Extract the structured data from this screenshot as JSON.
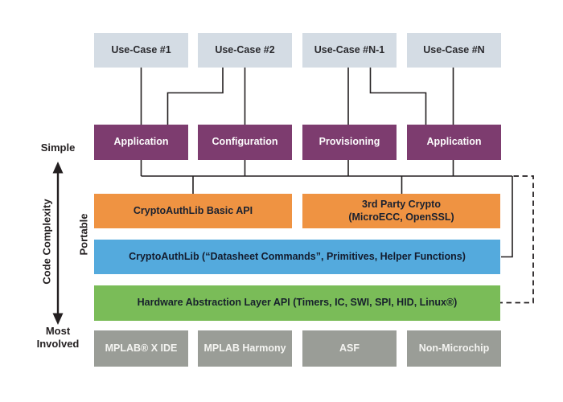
{
  "axis": {
    "top_label": "Simple",
    "axis_label": "Code Complexity",
    "bottom_label_line1": "Most",
    "bottom_label_line2": "Involved"
  },
  "portable_label": "Portable",
  "rows": {
    "use_cases": [
      "Use-Case #1",
      "Use-Case #2",
      "Use-Case #N-1",
      "Use-Case #N"
    ],
    "applications": [
      "Application",
      "Configuration",
      "Provisioning",
      "Application"
    ],
    "api": {
      "left": "CryptoAuthLib Basic API",
      "right_line1": "3rd Party Crypto",
      "right_line2": "(MicroECC, OpenSSL)"
    },
    "core": "CryptoAuthLib (“Datasheet Commands”, Primitives, Helper Functions)",
    "hal": "Hardware Abstraction Layer API (Timers, IC, SWI, SPI, HID, Linux®)",
    "platforms": [
      "MPLAB® X IDE",
      "MPLAB Harmony",
      "ASF",
      "Non-Microchip"
    ]
  },
  "colors": {
    "use_case_fill": "#d4dce4",
    "application_fill": "#7d3c6f",
    "api_fill": "#ef9342",
    "core_fill": "#54aadd",
    "hal_fill": "#7abc58",
    "platform_fill": "#9a9d97",
    "wire": "#231f20"
  }
}
